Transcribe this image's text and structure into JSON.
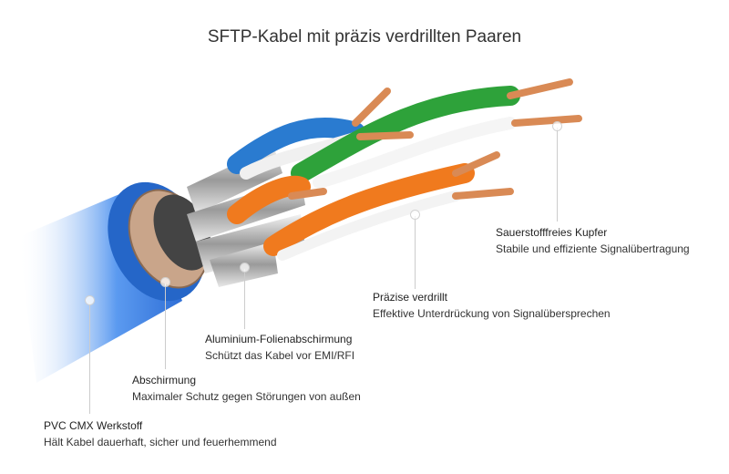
{
  "title": "SFTP-Kabel mit präzis verdrillten Paaren",
  "labels": [
    {
      "heading": "Sauerstofffreies Kupfer",
      "description": "Stabile und effiziente Signalübertragung"
    },
    {
      "heading": "Präzise verdrillt",
      "description": "Effektive Unterdrückung von Signalübersprechen"
    },
    {
      "heading": "Aluminium-Folienabschirmung",
      "description": "Schützt das Kabel vor EMI/RFI"
    },
    {
      "heading": "Abschirmung",
      "description": "Maximaler Schutz gegen Störungen von außen"
    },
    {
      "heading": "PVC CMX Werkstoff",
      "description": "Hält Kabel dauerhaft, sicher und feuerhemmend"
    }
  ],
  "colors": {
    "jacket": "#2f6fd6",
    "braid": "#c9a58a",
    "orange": "#f07a1e",
    "green": "#2ea23a",
    "blue_pair": "#2a7bd0",
    "copper": "#d98a55"
  }
}
